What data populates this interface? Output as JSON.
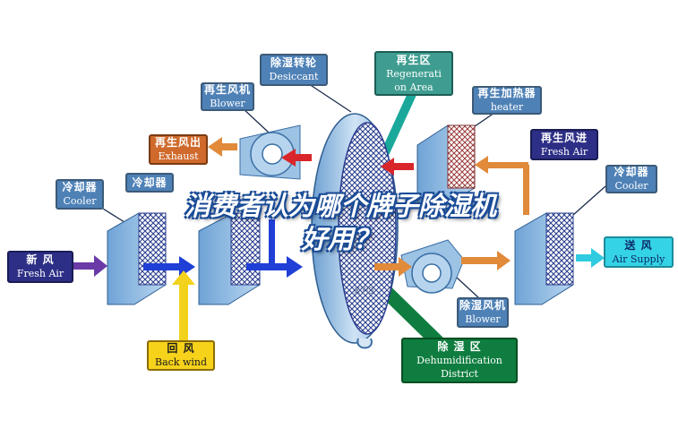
{
  "labels": {
    "desiccant": {
      "zh": "除湿转轮",
      "en": "Desiccant"
    },
    "regen_area": {
      "zh": "再生区",
      "en1": "Regenerati",
      "en2": "on Area"
    },
    "regen_blower": {
      "zh": "再生风机",
      "en": "Blower"
    },
    "regen_heater": {
      "zh": "再生加热器",
      "en": "heater"
    },
    "regen_exhaust": {
      "zh": "再生风出",
      "en": "Exhaust"
    },
    "regen_fresh_air": {
      "zh": "再生风进",
      "en": "Fresh Air"
    },
    "cooler_left": {
      "zh": "冷却器",
      "en": "Cooler"
    },
    "cooler_left2": {
      "zh": "冷却器"
    },
    "cooler_right": {
      "zh": "冷却器",
      "en": "Cooler"
    },
    "fresh_air": {
      "zh": "新    风",
      "en": "Fresh Air"
    },
    "back_wind": {
      "zh": "回      风",
      "en": "Back wind"
    },
    "air_supply": {
      "zh": "送   风",
      "en": "Air Supply"
    },
    "dehum_blower": {
      "zh": "除湿风机",
      "en": "Blower"
    },
    "dehum_district": {
      "zh": "除    湿    区",
      "en1": "Dehumidification",
      "en2": "District"
    }
  },
  "overlay": {
    "line1": "消费者认为哪个牌子除湿机",
    "line2": "好用？"
  },
  "watermark": "XTO",
  "colors": {
    "label_blue": "#4e81b6",
    "exhaust_orange": "#cf6a2c",
    "regen_navy": "#2d2f86",
    "district_green": "#0f7d3f",
    "supply_cyan": "#35d3e6",
    "back_yellow": "#f6d21b"
  }
}
